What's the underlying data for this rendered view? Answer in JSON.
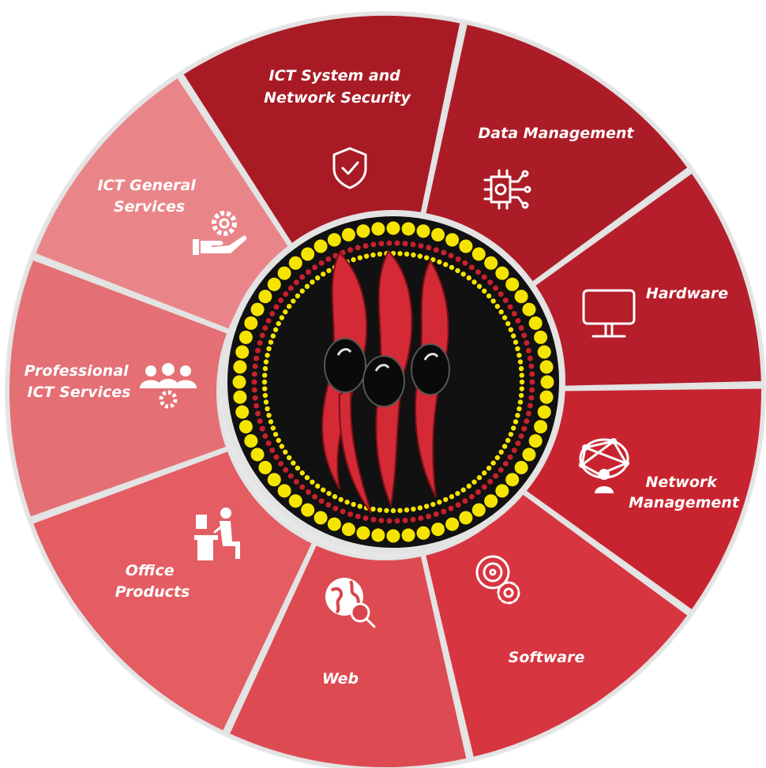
{
  "wheel": {
    "colors": {
      "ring_background": "#e7e7e7",
      "center_background": "#111111",
      "flower_red": "#d32a36",
      "dot_yellow": "#f5e400",
      "dot_red": "#c8202d",
      "divider": "#e3e3e3"
    },
    "segments": [
      {
        "id": "security",
        "label_lines": [
          "ICT System and",
          "Network Security"
        ],
        "icon": "shield-check-icon",
        "color": "#a81b25"
      },
      {
        "id": "data",
        "label_lines": [
          "Data Management"
        ],
        "icon": "circuit-gear-icon",
        "color": "#ac1c27"
      },
      {
        "id": "hardware",
        "label_lines": [
          "Hardware"
        ],
        "icon": "monitor-icon",
        "color": "#b51e2a"
      },
      {
        "id": "network",
        "label_lines": [
          "Network",
          "Management"
        ],
        "icon": "network-globe-icon",
        "color": "#c82430"
      },
      {
        "id": "software",
        "label_lines": [
          "Software"
        ],
        "icon": "disc-gear-icon",
        "color": "#d73540"
      },
      {
        "id": "web",
        "label_lines": [
          "Web"
        ],
        "icon": "globe-search-icon",
        "color": "#dd4a52"
      },
      {
        "id": "office",
        "label_lines": [
          "Office",
          "Products"
        ],
        "icon": "desk-worker-icon",
        "color": "#e35d63"
      },
      {
        "id": "professional",
        "label_lines": [
          "Professional",
          "ICT Services"
        ],
        "icon": "team-gear-icon",
        "color": "#e46f74"
      },
      {
        "id": "general",
        "label_lines": [
          "ICT General",
          "Services"
        ],
        "icon": "hand-gear-icon",
        "color": "#e98589"
      }
    ]
  }
}
